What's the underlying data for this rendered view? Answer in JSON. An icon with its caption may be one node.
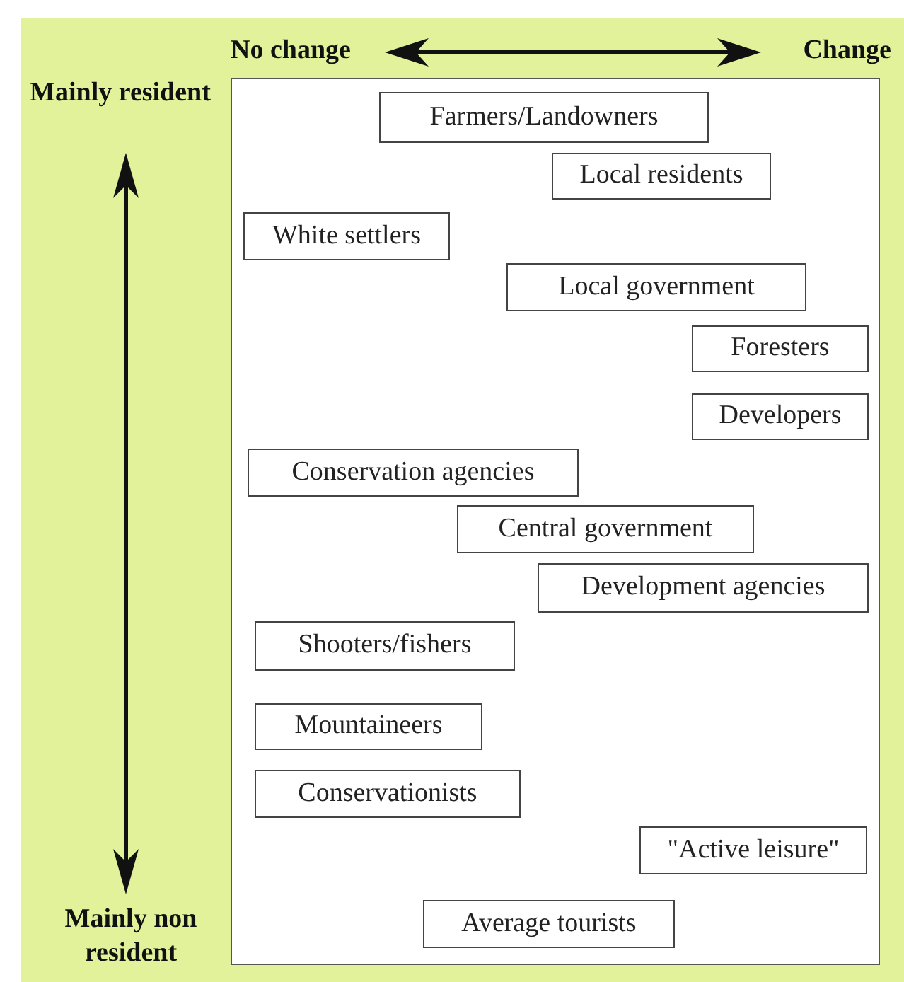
{
  "diagram": {
    "nodes": [
      {
        "text": [
          "Farmers/Landowners"
        ]
      },
      {
        "text": [
          "Local residents"
        ]
      },
      {
        "text": [
          "White settlers"
        ]
      },
      {
        "text": [
          "Local government"
        ]
      },
      {
        "text": [
          "Foresters"
        ]
      },
      {
        "text": [
          "Developers"
        ]
      },
      {
        "text": [
          "Conservation agencies"
        ]
      },
      {
        "text": [
          "Central government"
        ]
      },
      {
        "text": [
          "Development agencies"
        ]
      },
      {
        "text": [
          "Shooters/fishers"
        ]
      },
      {
        "text": [
          "Mountaineers"
        ]
      },
      {
        "text": [
          "Conservationists"
        ]
      },
      {
        "text": [
          "\"Active leisure\""
        ]
      },
      {
        "text": [
          "Average tourists"
        ]
      }
    ],
    "labels": [
      "No change",
      "Change",
      "Mainly resident",
      "Mainly non resident"
    ]
  }
}
